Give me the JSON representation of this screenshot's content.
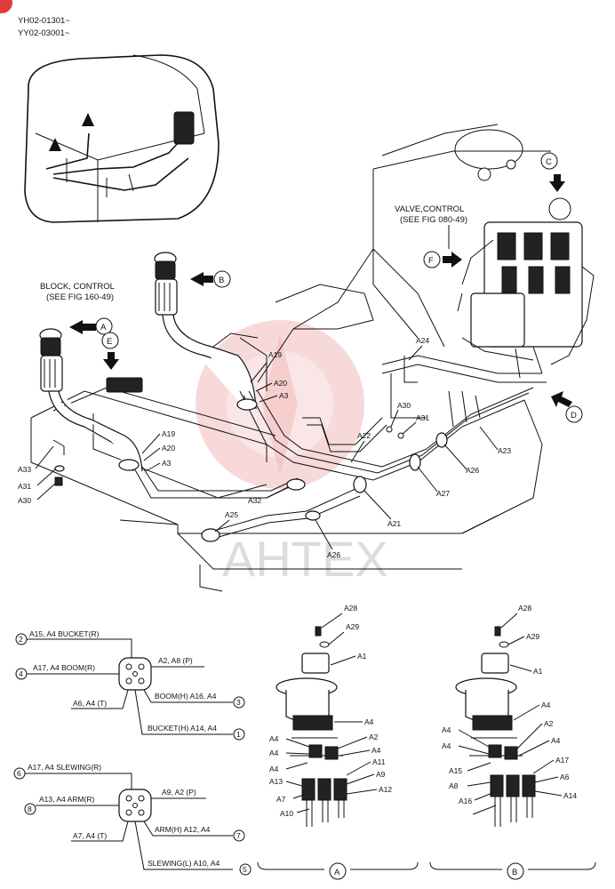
{
  "header": {
    "serial_1": "YH02-01301~",
    "serial_2": "YY02-03001~"
  },
  "watermark": {
    "text": "AHTEX",
    "color": "#e35d5d"
  },
  "callouts": {
    "block_control_1": "BLOCK, CONTROL",
    "block_control_2": "(SEE FIG 160-49)",
    "valve_control_1": "VALVE,CONTROL",
    "valve_control_2": "(SEE FIG 080-49)",
    "views": [
      "A",
      "B",
      "C",
      "D",
      "E",
      "F"
    ]
  },
  "part_labels": {
    "a19_top": "A19",
    "a20_top": "A20",
    "a3_top": "A3",
    "a19_left": "A19",
    "a20_left": "A20",
    "a3_left": "A3",
    "a24": "A24",
    "a30_mid": "A30",
    "a31_mid": "A31",
    "a22": "A22",
    "a23": "A23",
    "a26_right": "A26",
    "a27": "A27",
    "a21": "A21",
    "a32": "A32",
    "a25": "A25",
    "a26_bottom": "A26",
    "a33": "A33",
    "a31_left": "A31",
    "a30_left": "A30"
  },
  "schematic_top": {
    "bucket_r": "A15, A4  BUCKET(R)",
    "boom_r": "A17, A4 BOOM(R)",
    "p_port": "A2, A8 (P)",
    "t_port": "A6, A4 (T)",
    "boom_h": "BOOM(H) A16, A4",
    "bucket_h": "BUCKET(H) A14, A4",
    "nums": [
      "2",
      "4",
      "3",
      "1"
    ]
  },
  "schematic_bottom": {
    "slewing_r": "A17, A4 SLEWING(R)",
    "arm_r": "A13, A4  ARM(R)",
    "p_port": "A9, A2 (P)",
    "t_port": "A7, A4 (T)",
    "arm_h": "ARM(H)  A12, A4",
    "slewing_l": "SLEWING(L) A10, A4",
    "nums": [
      "6",
      "8",
      "7",
      "5"
    ]
  },
  "detail_a": {
    "title": "A",
    "labels": [
      "A28",
      "A29",
      "A1",
      "A4",
      "A4",
      "A2",
      "A4",
      "A4",
      "A4",
      "A11",
      "A13",
      "A9",
      "A7",
      "A12",
      "A10"
    ]
  },
  "detail_b": {
    "title": "B",
    "labels": [
      "A28",
      "A29",
      "A1",
      "A4",
      "A4",
      "A2",
      "A4",
      "A4",
      "A15",
      "A17",
      "A8",
      "A6",
      "A16",
      "A14"
    ]
  }
}
